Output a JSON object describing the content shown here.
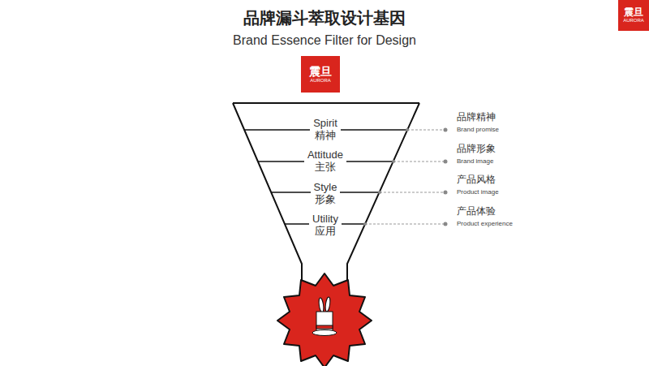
{
  "diagram": {
    "title": "品牌漏斗萃取设计基因",
    "nodes": [
      {
        "text": [
          "震旦",
          "AURORA"
        ]
      },
      {
        "text": [
          "震旦",
          "AURORA"
        ]
      },
      {
        "text": [
          "Spirit",
          "精神"
        ]
      },
      {
        "text": [
          "Attitude",
          "主张"
        ]
      },
      {
        "text": [
          "Style",
          "形象"
        ]
      },
      {
        "text": [
          "Utility",
          "应用"
        ]
      }
    ],
    "labels": [
      "Brand Essence Filter for Design",
      "品牌精神",
      "Brand promise",
      "品牌形象",
      "Brand image",
      "产品风格",
      "Product image",
      "产品体验",
      "Product experience"
    ]
  }
}
